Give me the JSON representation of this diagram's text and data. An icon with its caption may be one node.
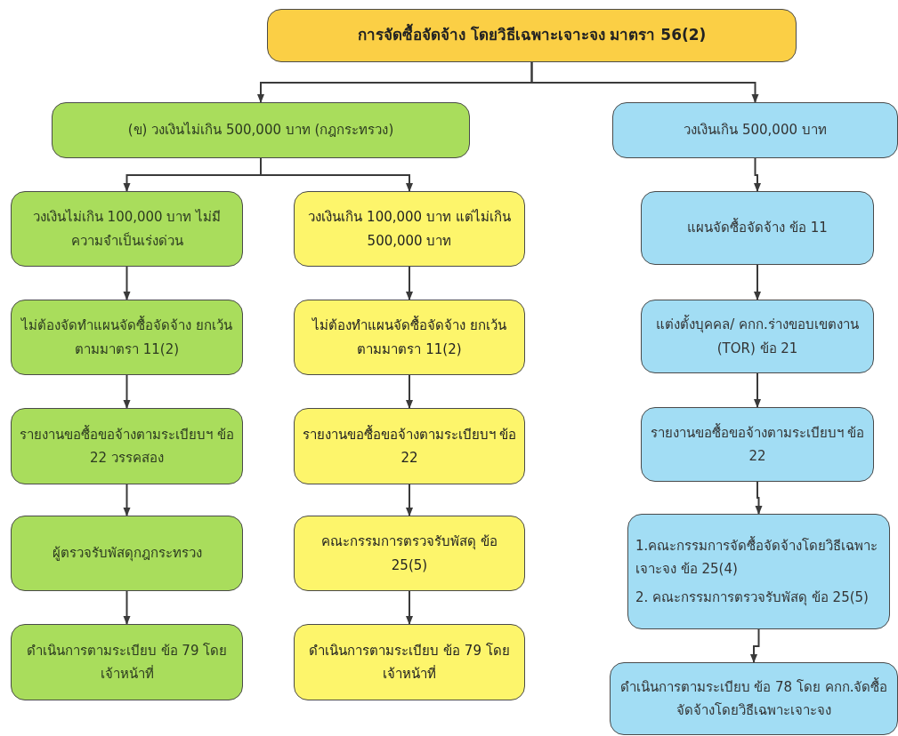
{
  "diagram": {
    "nodes": [
      {
        "text": [
          "การจัดซื้อจัดจ้าง โดยวิธีเฉพาะเจาะจง มาตรา 56(2)"
        ]
      },
      {
        "text": [
          "(ข) วงเงินไม่เกิน 500,000 บาท  (กฎกระทรวง)"
        ]
      },
      {
        "text": [
          "วงเงินเกิน 500,000 บาท"
        ]
      },
      {
        "text": [
          "วงเงินไม่เกิน 100,000 บาท ไม่มีความจำเป็นเร่งด่วน"
        ]
      },
      {
        "text": [
          "วงเงินเกิน 100,000 บาท แต่ไม่เกิน 500,000 บาท"
        ]
      },
      {
        "text": [
          "แผนจัดซื้อจัดจ้าง ข้อ 11"
        ]
      },
      {
        "text": [
          "ไม่ต้องจัดทำแผนจัดซื้อจัดจ้าง ยกเว้น ตามมาตรา 11(2)"
        ]
      },
      {
        "text": [
          "ไม่ต้องทำแผนจัดซื้อจัดจ้าง ยกเว้น ตามมาตรา 11(2)"
        ]
      },
      {
        "text": [
          "แต่งตั้งบุคคล/ คกก.ร่างขอบเขตงาน (TOR) ข้อ 21"
        ]
      },
      {
        "text": [
          "รายงานขอซื้อขอจ้างตามระเบียบฯ ข้อ 22 วรรคสอง"
        ]
      },
      {
        "text": [
          "รายงานขอซื้อขอจ้างตามระเบียบฯ ข้อ 22"
        ]
      },
      {
        "text": [
          "รายงานขอซื้อขอจ้างตามระเบียบฯ ข้อ 22"
        ]
      },
      {
        "text": [
          "ผู้ตรวจรับพัสดุกฎกระทรวง"
        ]
      },
      {
        "text": [
          "คณะกรรมการตรวจรับพัสดุ ข้อ 25(5)"
        ]
      },
      {
        "text": [
          "1.คณะกรรมการจัดซื้อจัดจ้างโดยวิธีเฉพาะเจาะจง ข้อ 25(4)",
          "2. คณะกรรมการตรวจรับพัสดุ ข้อ 25(5)"
        ]
      },
      {
        "text": [
          "ดำเนินการตามระเบียบ ข้อ 79 โดยเจ้าหน้าที่"
        ]
      },
      {
        "text": [
          "ดำเนินการตามระเบียบ ข้อ 79 โดยเจ้าหน้าที่"
        ]
      },
      {
        "text": [
          "ดำเนินการตามระเบียบ ข้อ 78 โดย คกก.จัดซื้อจัดจ้างโดยวิธีเฉพาะเจาะจง"
        ]
      }
    ],
    "edges": [
      {
        "from": 0,
        "to": 1,
        "arrow": "to"
      },
      {
        "from": 0,
        "to": 2,
        "arrow": "to"
      },
      {
        "from": 1,
        "to": 3,
        "arrow": "to"
      },
      {
        "from": 1,
        "to": 4,
        "arrow": "to"
      },
      {
        "from": 2,
        "to": 5,
        "arrow": "to"
      },
      {
        "from": 3,
        "to": 6,
        "arrow": "to"
      },
      {
        "from": 4,
        "to": 7,
        "arrow": "to"
      },
      {
        "from": 5,
        "to": 8,
        "arrow": "to"
      },
      {
        "from": 6,
        "to": 9,
        "arrow": "to"
      },
      {
        "from": 7,
        "to": 10,
        "arrow": "to"
      },
      {
        "from": 8,
        "to": 11,
        "arrow": "to"
      },
      {
        "from": 9,
        "to": 12,
        "arrow": "to"
      },
      {
        "from": 10,
        "to": 13,
        "arrow": "to"
      },
      {
        "from": 11,
        "to": 14,
        "arrow": "to"
      },
      {
        "from": 12,
        "to": 15,
        "arrow": "to"
      },
      {
        "from": 13,
        "to": 16,
        "arrow": "to"
      },
      {
        "from": 14,
        "to": 17,
        "arrow": "to"
      }
    ]
  }
}
